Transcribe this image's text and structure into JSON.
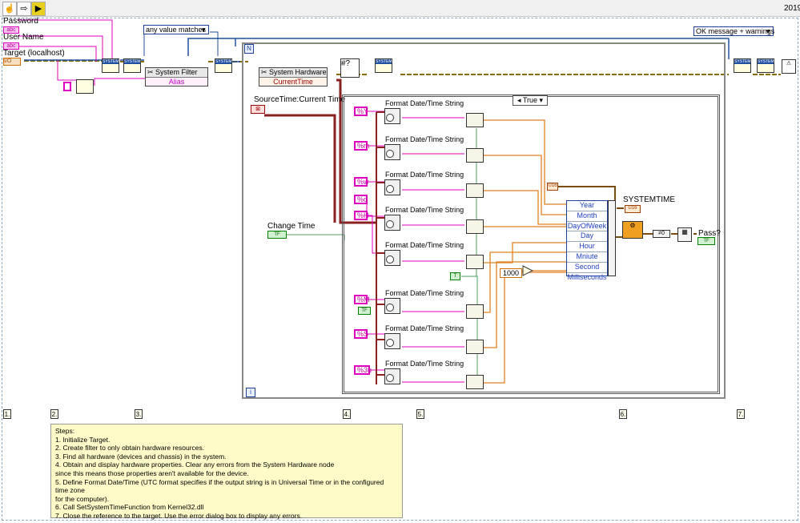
{
  "toolbar": {
    "version": "2019"
  },
  "controls": {
    "password": "Password",
    "username": "User Name",
    "target": "Target (localhost)"
  },
  "nodes": {
    "filter_title": "System Filter",
    "filter_prop": "Alias",
    "hardware_title": "System Hardware",
    "hardware_prop": "CurrentTime",
    "source_time": "SourceTime:Current Time",
    "match_mode": "any value matches",
    "error_mode": "OK message + warnings",
    "struct_label": "SYSTEMTIME",
    "pass": "Pass?",
    "change_time": "Change Time",
    "numeric_1000": "1000",
    "case_selector": "True",
    "seq_n": "N",
    "seq_i": "i",
    "sys_tag": "SYSTEM"
  },
  "format": {
    "node_label": "Format Date/Time String",
    "codes": [
      "%Y",
      "%m",
      "%w",
      "%d",
      "%H",
      "%M",
      "%S",
      "%3u"
    ]
  },
  "cluster_fields": [
    "Year",
    "Month",
    "DayOfWeek",
    "Day",
    "Hour",
    "Mniute",
    "Second",
    "Milliseconds"
  ],
  "steps": [
    "1.",
    "2.",
    "3.",
    "4.",
    "5.",
    "6.",
    "7."
  ],
  "comment": {
    "lines": [
      "Steps:",
      "1. Initialize Target.",
      "2. Create filter to only obtain hardware resources.",
      "3. Find all hardware (devices and chassis) in the system.",
      "4. Obtain and display hardware properties. Clear any errors from the System Hardware node",
      "since this means those properties aren't available for the device.",
      "5. Define Format Date/Time (UTC format specifies if the output string is in Universal Time or in the configured time zone",
      "for the computer).",
      "6. Call SetSystemTimeFunction from Kernel32.dll",
      "7. Close the reference to the target. Use the error dialog box to display any errors."
    ]
  },
  "colors": {
    "string_wire": "#e000c0",
    "error_wire": "#8b6a00",
    "numeric_wire": "#e08020",
    "bool_wire": "#008000",
    "ref_wire": "#2050a0"
  }
}
